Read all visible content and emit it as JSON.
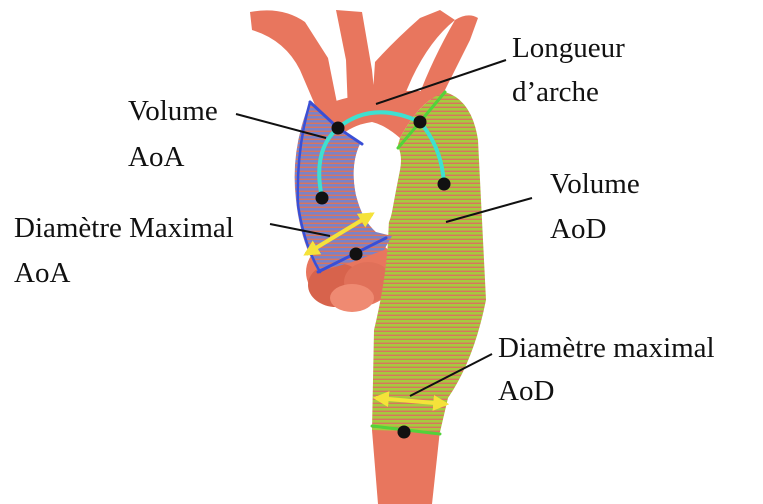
{
  "labels": {
    "arch_length_line1": "Longueur",
    "arch_length_line2": "d’arche",
    "aoa_volume_line1": "Volume",
    "aoa_volume_line2": "AoA",
    "aod_volume_line1": "Volume",
    "aod_volume_line2": "AoD",
    "aoa_diameter_line1": "Diamètre Maximal",
    "aoa_diameter_line2": "AoA",
    "aod_diameter_line1": "Diamètre maximal",
    "aod_diameter_line2": "AoD"
  },
  "colors": {
    "vessel": "#e8765e",
    "vessel_shadow": "#c9553f",
    "ascending_region": "#7c7fc0",
    "descending_region": "#9fc43e",
    "boundary_blue": "#3a4fd6",
    "boundary_green": "#53d23a",
    "centerline": "#3fe0d0",
    "diameter_arrow": "#f5e23a",
    "marker": "#111111",
    "pointer_line": "#111111"
  }
}
